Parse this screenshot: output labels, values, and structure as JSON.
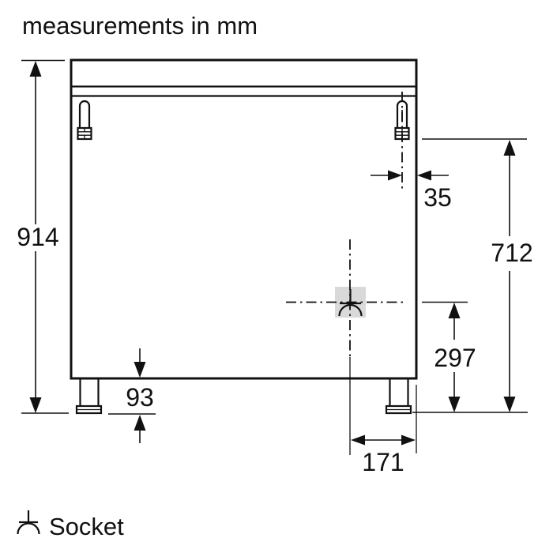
{
  "title": "measurements in mm",
  "dims": {
    "overall_height": "914",
    "connection_offset_from_right": "35",
    "connection_height_above_floor": "712",
    "socket_height_above_floor": "297",
    "foot_height": "93",
    "socket_offset_from_right_edge": "171"
  },
  "legend": {
    "socket_label": "Socket",
    "socket_icon": "socket-icon"
  },
  "colors": {
    "line": "#111111",
    "socket_highlight": "#d9d9d9",
    "background": "#ffffff"
  }
}
